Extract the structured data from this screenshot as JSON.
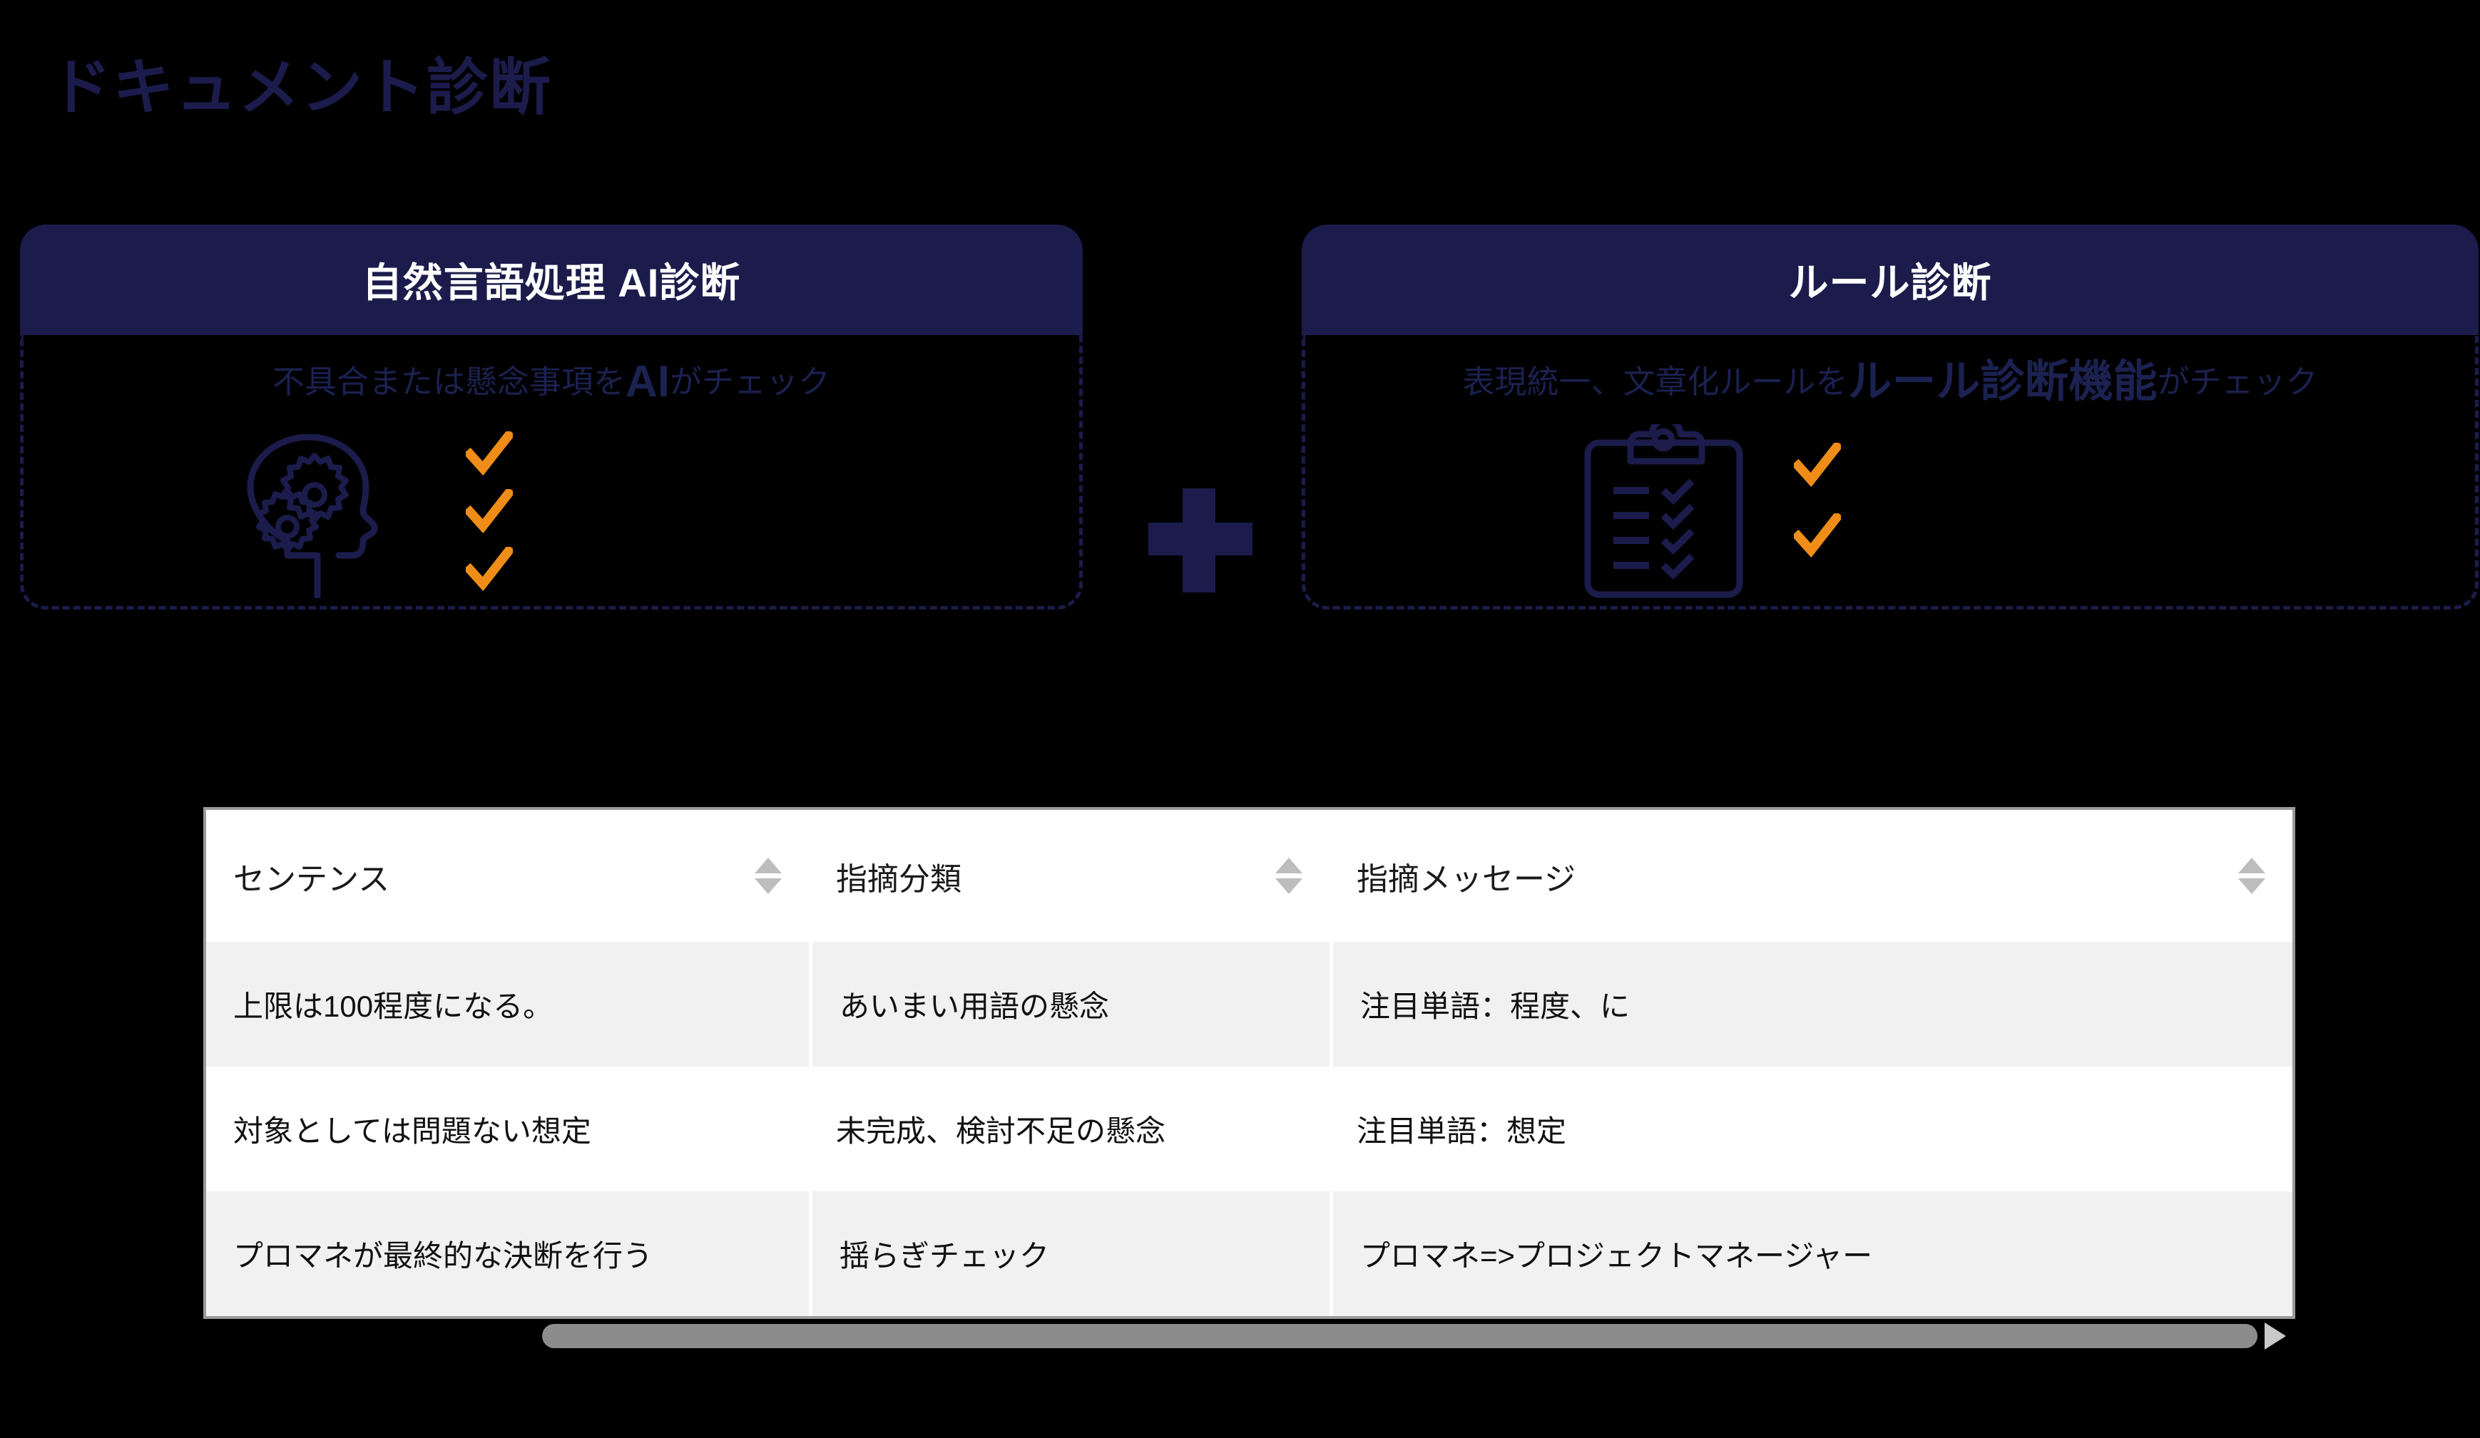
{
  "page": {
    "title": "ドキュメント診断",
    "title_color": "#1b1c4b",
    "background_color": "#000000",
    "accent_navy": "#1b1c4b",
    "accent_orange": "#ef8d18"
  },
  "cards": {
    "left": {
      "header": "自然言語処理 AI診断",
      "caption_before": "不具合または懸念事項を",
      "caption_emphasis": "AI",
      "caption_after": "がチェック",
      "icon": "brain-gears-icon",
      "check_count": 3
    },
    "right": {
      "header": "ルール診断",
      "caption_before": "表現統一、文章化ルールを",
      "caption_emphasis": "ルール診断機能",
      "caption_after": "がチェック",
      "icon": "clipboard-checklist-icon",
      "check_count": 2
    },
    "connector": "plus-sign"
  },
  "table": {
    "columns": [
      {
        "label": "センテンス",
        "sortable": true
      },
      {
        "label": "指摘分類",
        "sortable": true
      },
      {
        "label": "指摘メッセージ",
        "sortable": true
      }
    ],
    "rows": [
      [
        "上限は100程度になる。",
        "あいまい用語の懸念",
        "注目単語：程度、に"
      ],
      [
        "対象としては問題ない想定",
        "未完成、検討不足の懸念",
        "注目単語：想定"
      ],
      [
        "プロマネが最終的な決断を行う",
        "揺らぎチェック",
        "プロマネ=>プロジェクトマネージャー"
      ]
    ]
  },
  "scrollbar": {
    "orientation": "horizontal",
    "arrow": "right-arrow-icon"
  }
}
